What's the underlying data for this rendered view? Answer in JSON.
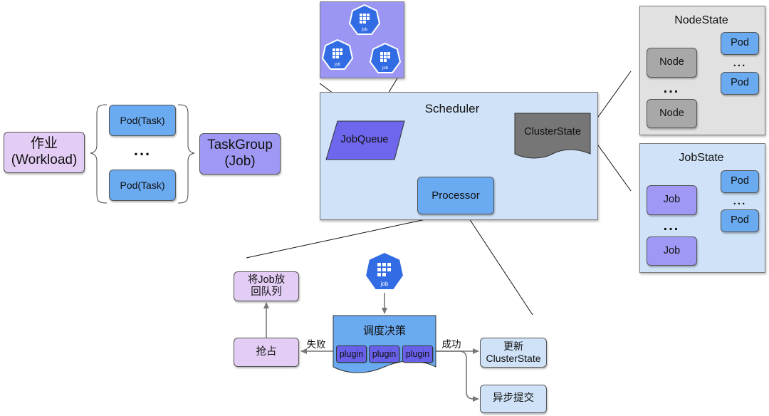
{
  "workload": {
    "line1": "作业",
    "line2": "(Workload)"
  },
  "tasks": {
    "pod_top": "Pod(Task)",
    "dots": "...",
    "pod_bottom": "Pod(Task)"
  },
  "taskgroup": {
    "line1": "TaskGroup",
    "line2": "(Job)"
  },
  "job_cluster": {
    "icon_label": "job"
  },
  "scheduler": {
    "title": "Scheduler",
    "jobqueue": "JobQueue",
    "clusterstate": "ClusterState",
    "processor": "Processor"
  },
  "nodestate": {
    "title": "NodeState",
    "node_top": "Node",
    "dots": "...",
    "node_bottom": "Node",
    "pod_top": "Pod",
    "pod_dots": "...",
    "pod_bottom": "Pod"
  },
  "jobstate": {
    "title": "JobState",
    "job_top": "Job",
    "dots": "...",
    "job_bottom": "Job",
    "pod_top": "Pod",
    "pod_dots": "...",
    "pod_bottom": "Pod"
  },
  "flow": {
    "requeue_line1": "将Job放",
    "requeue_line2": "回队列",
    "preempt": "抢占",
    "fail_label": "失败",
    "decision_title": "调度决策",
    "plugins": [
      "plugin",
      "plugin",
      "plugin"
    ],
    "success_label": "成功",
    "update_line1": "更新",
    "update_line2": "ClusterState",
    "async_submit": "异步提交",
    "icon_label": "job"
  },
  "colors": {
    "pod_blue": "#6aaaf0",
    "node_grey": "#a8a8a8",
    "job_purple": "#9f98f5",
    "workload_lilac": "#e3cdf5",
    "scheduler_bg": "#cfe2f7",
    "k8s_blue": "#326ce5"
  }
}
